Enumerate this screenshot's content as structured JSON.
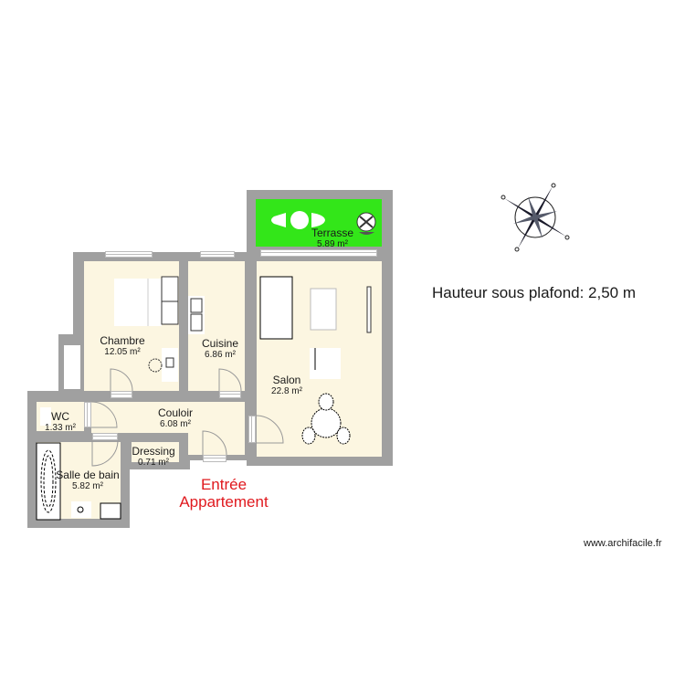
{
  "plan": {
    "rooms": [
      {
        "id": "terrasse",
        "name": "Terrasse",
        "area": "5.89 m²",
        "color": "#33e619"
      },
      {
        "id": "chambre",
        "name": "Chambre",
        "area": "12.05 m²",
        "color": "#fcf6e1"
      },
      {
        "id": "cuisine",
        "name": "Cuisine",
        "area": "6.86 m²",
        "color": "#fcf6e1"
      },
      {
        "id": "salon",
        "name": "Salon",
        "area": "22.8 m²",
        "color": "#fcf6e1"
      },
      {
        "id": "wc",
        "name": "WC",
        "area": "1.33 m²",
        "color": "#fcf6e1"
      },
      {
        "id": "couloir",
        "name": "Couloir",
        "area": "6.08 m²",
        "color": "#fcf6e1"
      },
      {
        "id": "dressing",
        "name": "Dressing",
        "area": "0.71 m²",
        "color": "#fcf6e1"
      },
      {
        "id": "salle_de_bain",
        "name": "Salle de bain",
        "area": "5.82 m²",
        "color": "#fcf6e1"
      }
    ],
    "entrance_label_line1": "Entrée",
    "entrance_label_line2": "Appartement",
    "entrance_color": "#e0191e",
    "wall_color": "#a0a0a0"
  },
  "annotations": {
    "ceiling_height": "Hauteur sous plafond: 2,50 m",
    "watermark": "www.archifacile.fr",
    "compass": "compass-rose-icon"
  }
}
